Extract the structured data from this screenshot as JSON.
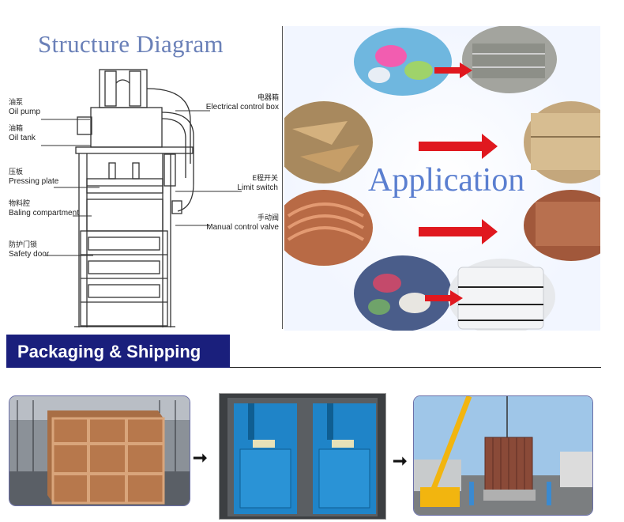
{
  "structure_diagram": {
    "title": "Structure Diagram",
    "left_labels": [
      {
        "zh": "油泵",
        "en": "Oil pump"
      },
      {
        "zh": "油箱",
        "en": "Oil tank"
      },
      {
        "zh": "压板",
        "en": "Pressing plate"
      },
      {
        "zh": "物料腔",
        "en": "Baling compartment"
      },
      {
        "zh": "防护门锁",
        "en": "Safety door"
      }
    ],
    "right_labels": [
      {
        "zh": "电器箱",
        "en": "Electrical control box"
      },
      {
        "zh": "E程开关",
        "en": "Limit switch"
      },
      {
        "zh": "手动阀",
        "en": "Manual control valve"
      }
    ]
  },
  "application": {
    "title": "Application",
    "materials": [
      "plastic-bottles",
      "cardboard",
      "copper-wire",
      "clothes"
    ]
  },
  "packaging": {
    "title": "Packaging & Shipping",
    "steps": [
      "wooden-crate",
      "container-loading",
      "crane-lifting-container"
    ],
    "arrow_glyph": "➞"
  },
  "colors": {
    "header_bg": "#1a1f7c",
    "diagram_title": "#6a80b8",
    "application_title": "#5b7fd0",
    "arrow_red": "#e0181f",
    "machine_blue": "#1f84c8"
  }
}
